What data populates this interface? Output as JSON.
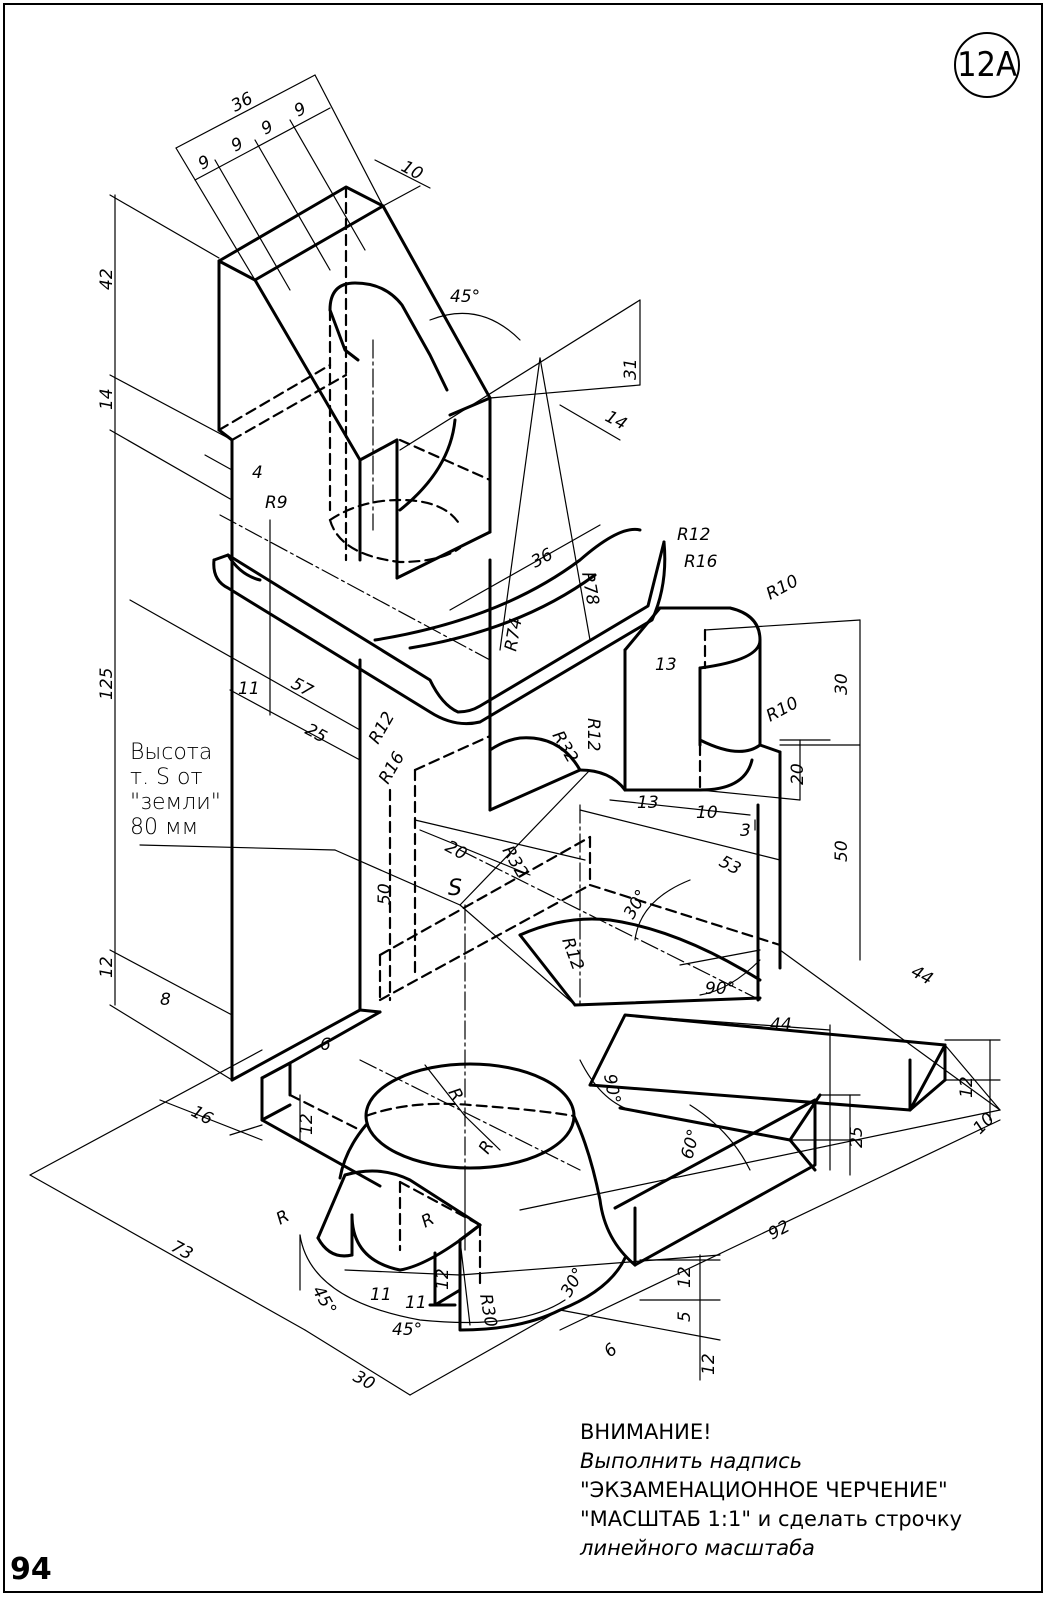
{
  "sheet": {
    "badge": "12A",
    "page_number": "94"
  },
  "height_note": {
    "lines": [
      "Высота",
      "т. S от",
      "\"земли\"",
      "80 мм"
    ]
  },
  "attention_note": {
    "lines": [
      "ВНИМАНИЕ!",
      "Выполнить надпись",
      "\"ЭКЗАМЕНАЦИОННОЕ ЧЕРЧЕНИЕ\"",
      "\"МАСШТАБ 1:1\" и сделать строчку",
      "линейного масштаба"
    ]
  },
  "point_label": "S",
  "dimensions": {
    "top_36": "36",
    "top_9a": "9",
    "top_9b": "9",
    "top_9c": "9",
    "top_9d": "9",
    "top_10": "10",
    "angle_45_top": "45°",
    "left_42": "42",
    "left_14": "14",
    "left_4": "4",
    "r9": "R9",
    "left_125": "125",
    "left_12": "12",
    "left_8": "8",
    "v_31": "31",
    "v_14": "14",
    "r12_top": "R12",
    "r16_top": "R16",
    "d_36_mid": "36",
    "r78": "R78",
    "r74": "R74",
    "r10_a": "R10",
    "d_13_a": "13",
    "v_30": "30",
    "r10_b": "R10",
    "r12_mid": "R12",
    "r32_a": "R32",
    "d_11": "11",
    "d_57": "57",
    "d_25_left": "25",
    "r12_left": "R12",
    "r16_left": "R16",
    "d_20_right": "20",
    "d_13_b": "13",
    "d_10_b": "10",
    "d_3": "3",
    "v_50_right": "50",
    "d_20_mid": "20",
    "v_50_mid": "50",
    "r32_b": "R32",
    "d_53": "53",
    "angle_30_mid": "30°",
    "r12_low": "R12",
    "angle_90_a": "90°",
    "d_44_right": "44",
    "d_44_mid": "44",
    "d_6_a": "6",
    "angle_90_b": "90°",
    "v_12_right": "12",
    "d_10_right": "10",
    "d_16": "16",
    "v_12_base": "12",
    "r_a": "R",
    "r_b": "R",
    "angle_60": "60°",
    "v_25": "25",
    "d_73": "73",
    "r_c": "R",
    "r_d": "R",
    "d_92": "92",
    "angle_45_b": "45°",
    "d_11_a": "11",
    "d_11_b": "11",
    "d_12_small": "12",
    "r30": "R30",
    "angle_30_low": "30°",
    "angle_45_c": "45°",
    "d_12_r1": "12",
    "d_5": "5",
    "d_6_b": "6",
    "d_12_r2": "12",
    "d_30_bottom": "30"
  }
}
